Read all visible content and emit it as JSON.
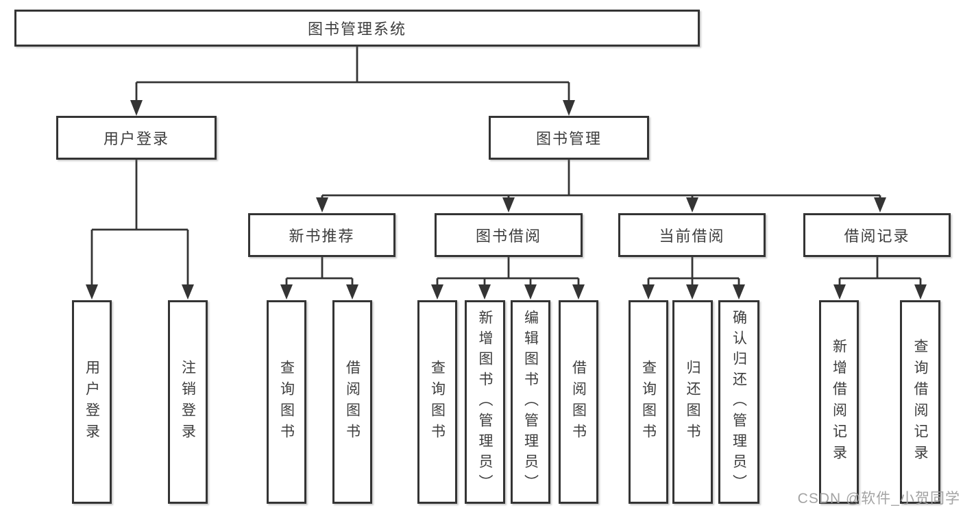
{
  "tree": {
    "label": "图书管理系统",
    "children": [
      {
        "label": "用户登录",
        "children": [
          {
            "label": "用户登录"
          },
          {
            "label": "注销登录"
          }
        ]
      },
      {
        "label": "图书管理",
        "children": [
          {
            "label": "新书推荐",
            "children": [
              {
                "label": "查询图书"
              },
              {
                "label": "借阅图书"
              }
            ]
          },
          {
            "label": "图书借阅",
            "children": [
              {
                "label": "查询图书"
              },
              {
                "label": "新增图书（管理员）"
              },
              {
                "label": "编辑图书（管理员）"
              },
              {
                "label": "借阅图书"
              }
            ]
          },
          {
            "label": "当前借阅",
            "children": [
              {
                "label": "查询图书"
              },
              {
                "label": "归还图书"
              },
              {
                "label": "确认归还（管理员）"
              }
            ]
          },
          {
            "label": "借阅记录",
            "children": [
              {
                "label": "新增借阅记录"
              },
              {
                "label": "查询借阅记录"
              }
            ]
          }
        ]
      }
    ]
  },
  "watermark": "CSDN @软件_小贺同学",
  "colors": {
    "line": "#343434",
    "text": "#3d3d3d",
    "background": "#ffffff",
    "watermark": "#9e9e9e"
  }
}
